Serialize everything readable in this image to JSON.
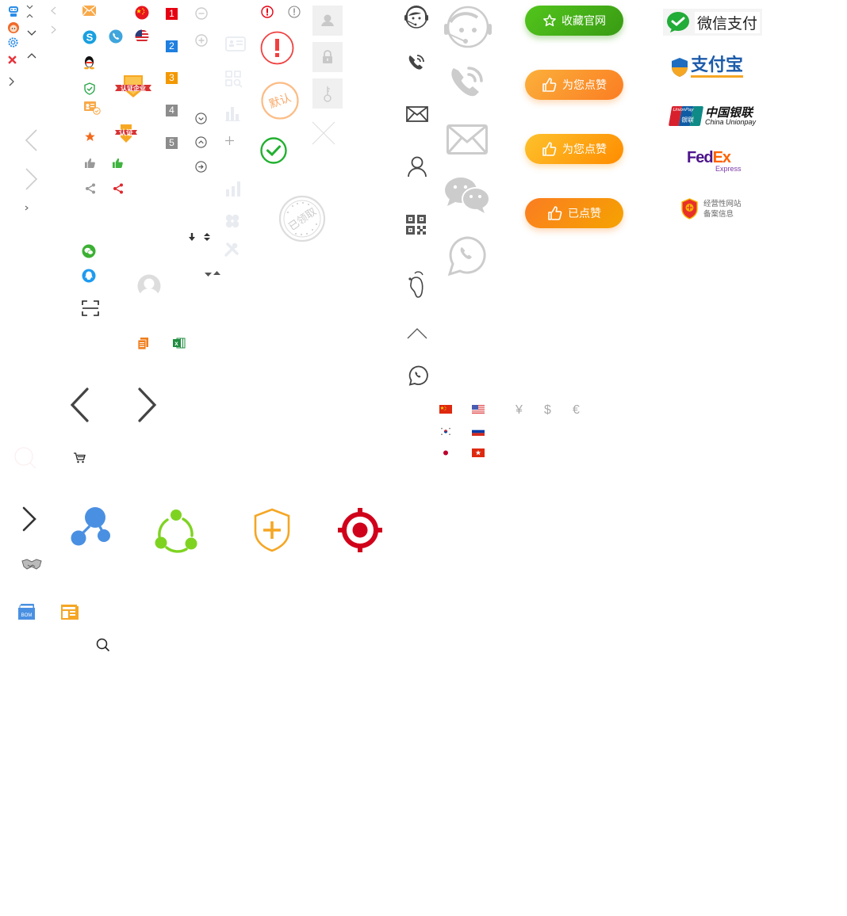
{
  "sprite_title": "Icon sprite sheet",
  "number_badges": [
    {
      "label": "1",
      "color": "#e60012"
    },
    {
      "label": "2",
      "color": "#1e7fe0"
    },
    {
      "label": "3",
      "color": "#f39800"
    },
    {
      "label": "4",
      "color": "#8c8c8c"
    },
    {
      "label": "5",
      "color": "#8c8c8c"
    }
  ],
  "badges": {
    "certified_enterprise": "认证企业",
    "certified": "认证",
    "default_stamp": "默认",
    "claimed_stamp": "已领取"
  },
  "buttons": {
    "bookmark": {
      "label": "收藏官网",
      "color": "#3fa314"
    },
    "like_1": {
      "label": "为您点赞",
      "color": "#fb8a22"
    },
    "like_2": {
      "label": "为您点赞",
      "color": "#ff9b0c"
    },
    "liked": {
      "label": "已点赞",
      "color": "#f58723"
    }
  },
  "payment_logos": {
    "wechat_pay": "微信支付",
    "alipay": "支付宝",
    "unionpay_cn": "中国银联",
    "unionpay_en": "China Unionpay",
    "unionpay_badge": "UnionPay",
    "unionpay_badge_cn": "银联",
    "fedex_fed": "Fed",
    "fedex_ex": "Ex",
    "fedex_express": "Express",
    "icp_line1": "经营性网站",
    "icp_line2": "备案信息"
  },
  "currencies": [
    "¥",
    "$",
    "€"
  ],
  "bom_label": "BOM",
  "colors": {
    "blue_icon": "#4a90e2",
    "green_icon": "#7ed321",
    "orange_shield": "#f5a623",
    "red_target": "#d0021b",
    "gray_icon": "#555555",
    "light_gray": "#cccccc"
  }
}
